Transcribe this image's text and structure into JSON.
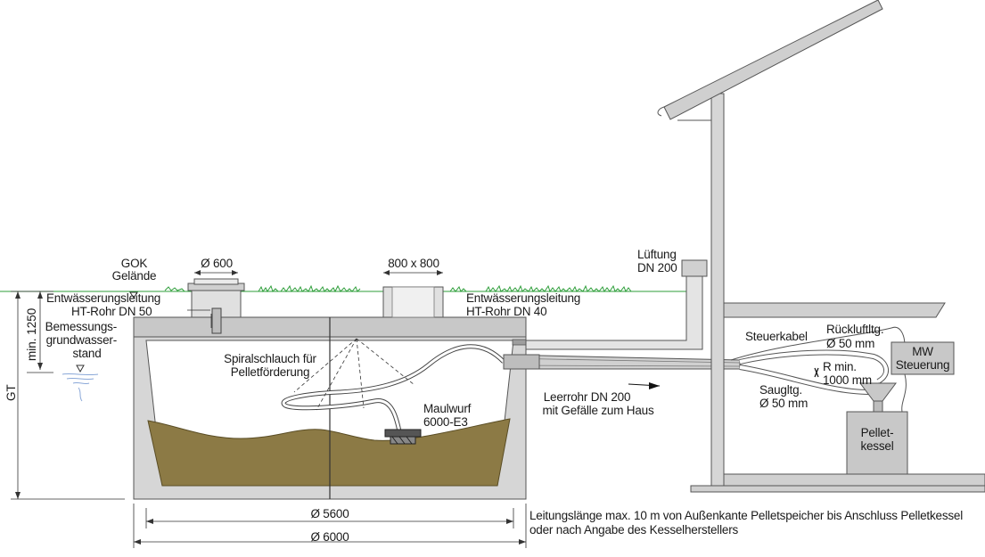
{
  "labels": {
    "gok": "GOK",
    "gelaende": "Gelände",
    "d600": "Ø 600",
    "size800": "800 x 800",
    "lueftung": "Lüftung",
    "dn200": "DN 200",
    "entw1": "Entwässerungsleitung",
    "htrohr50": "HT-Rohr DN 50",
    "entw2": "Entwässerungsleitung",
    "htrohr40": "HT-Rohr DN 40",
    "bemessung1": "Bemessungs-",
    "bemessung2": "grundwasser-",
    "bemessung3": "stand",
    "min1250": "min. 1250",
    "gt": "GT",
    "spiral1": "Spiralschlauch für",
    "spiral2": "Pelletförderung",
    "maulwurf1": "Maulwurf",
    "maulwurf2": "6000-E3",
    "leerrohr1": "Leerrohr DN 200",
    "leerrohr2": "mit Gefälle zum Haus",
    "steuerkabel": "Steuerkabel",
    "rueckluft1": "Rückluftltg.",
    "rueckluft2": "Ø 50 mm",
    "rmin1": "R min.",
    "rmin2": "1000 mm",
    "saug1": "Saugltg.",
    "saug2": "Ø 50 mm",
    "mw1": "MW",
    "mw2": "Steuerung",
    "pellet1": "Pellet-",
    "pellet2": "kessel",
    "d5600": "Ø 5600",
    "d6000": "Ø 6000",
    "note1": "Leitungslänge max. 10 m von Außenkante Pelletspeicher bis Anschluss Pelletkessel",
    "note2": "oder nach Angabe des Kesselherstellers"
  },
  "colors": {
    "grass": "#2e9e3a",
    "wall": "#d6d6d6",
    "wall_dark": "#bdbdbd",
    "pellets": "#8c7a45",
    "line": "#333333"
  }
}
